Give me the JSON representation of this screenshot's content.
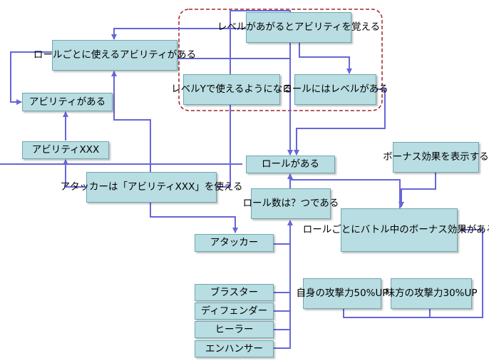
{
  "nodes": {
    "level_up": [
      "レベルがあがると",
      "アビリティを覚える"
    ],
    "role_abilities": [
      "ロールごとに",
      "使えるアビリティがある"
    ],
    "level_y": [
      "レベルYで",
      "使えるようになる"
    ],
    "role_level": [
      "ロールには",
      "レベルがある"
    ],
    "ability_exists": [
      "アビリティがある"
    ],
    "ability_xxx": [
      "アビリティXXX"
    ],
    "role_exists": [
      "ロールがある"
    ],
    "show_bonus": [
      "ボーナス効果を",
      "表示する"
    ],
    "attacker_uses": [
      "アタッカーは",
      "「アビリティXXX」を使える"
    ],
    "role_count": [
      "ロール数は",
      "？つである"
    ],
    "battle_bonus": [
      "ロールごとに",
      "バトル中の",
      "ボーナス効果がある"
    ],
    "attacker": [
      "アタッカー"
    ],
    "self_attack": [
      "自身の攻撃力",
      "50%UP"
    ],
    "ally_attack": [
      "味方の攻撃力",
      "30%UP"
    ],
    "blaster": [
      "ブラスター"
    ],
    "defender": [
      "ディフェンダー"
    ],
    "healer": [
      "ヒーラー"
    ],
    "enhancer": [
      "エンハンサー"
    ]
  },
  "colors": {
    "node_fill": "#b8dde2",
    "node_border": "#6fa8b0",
    "connector": "#6666d9",
    "group_border": "#a0262a"
  }
}
